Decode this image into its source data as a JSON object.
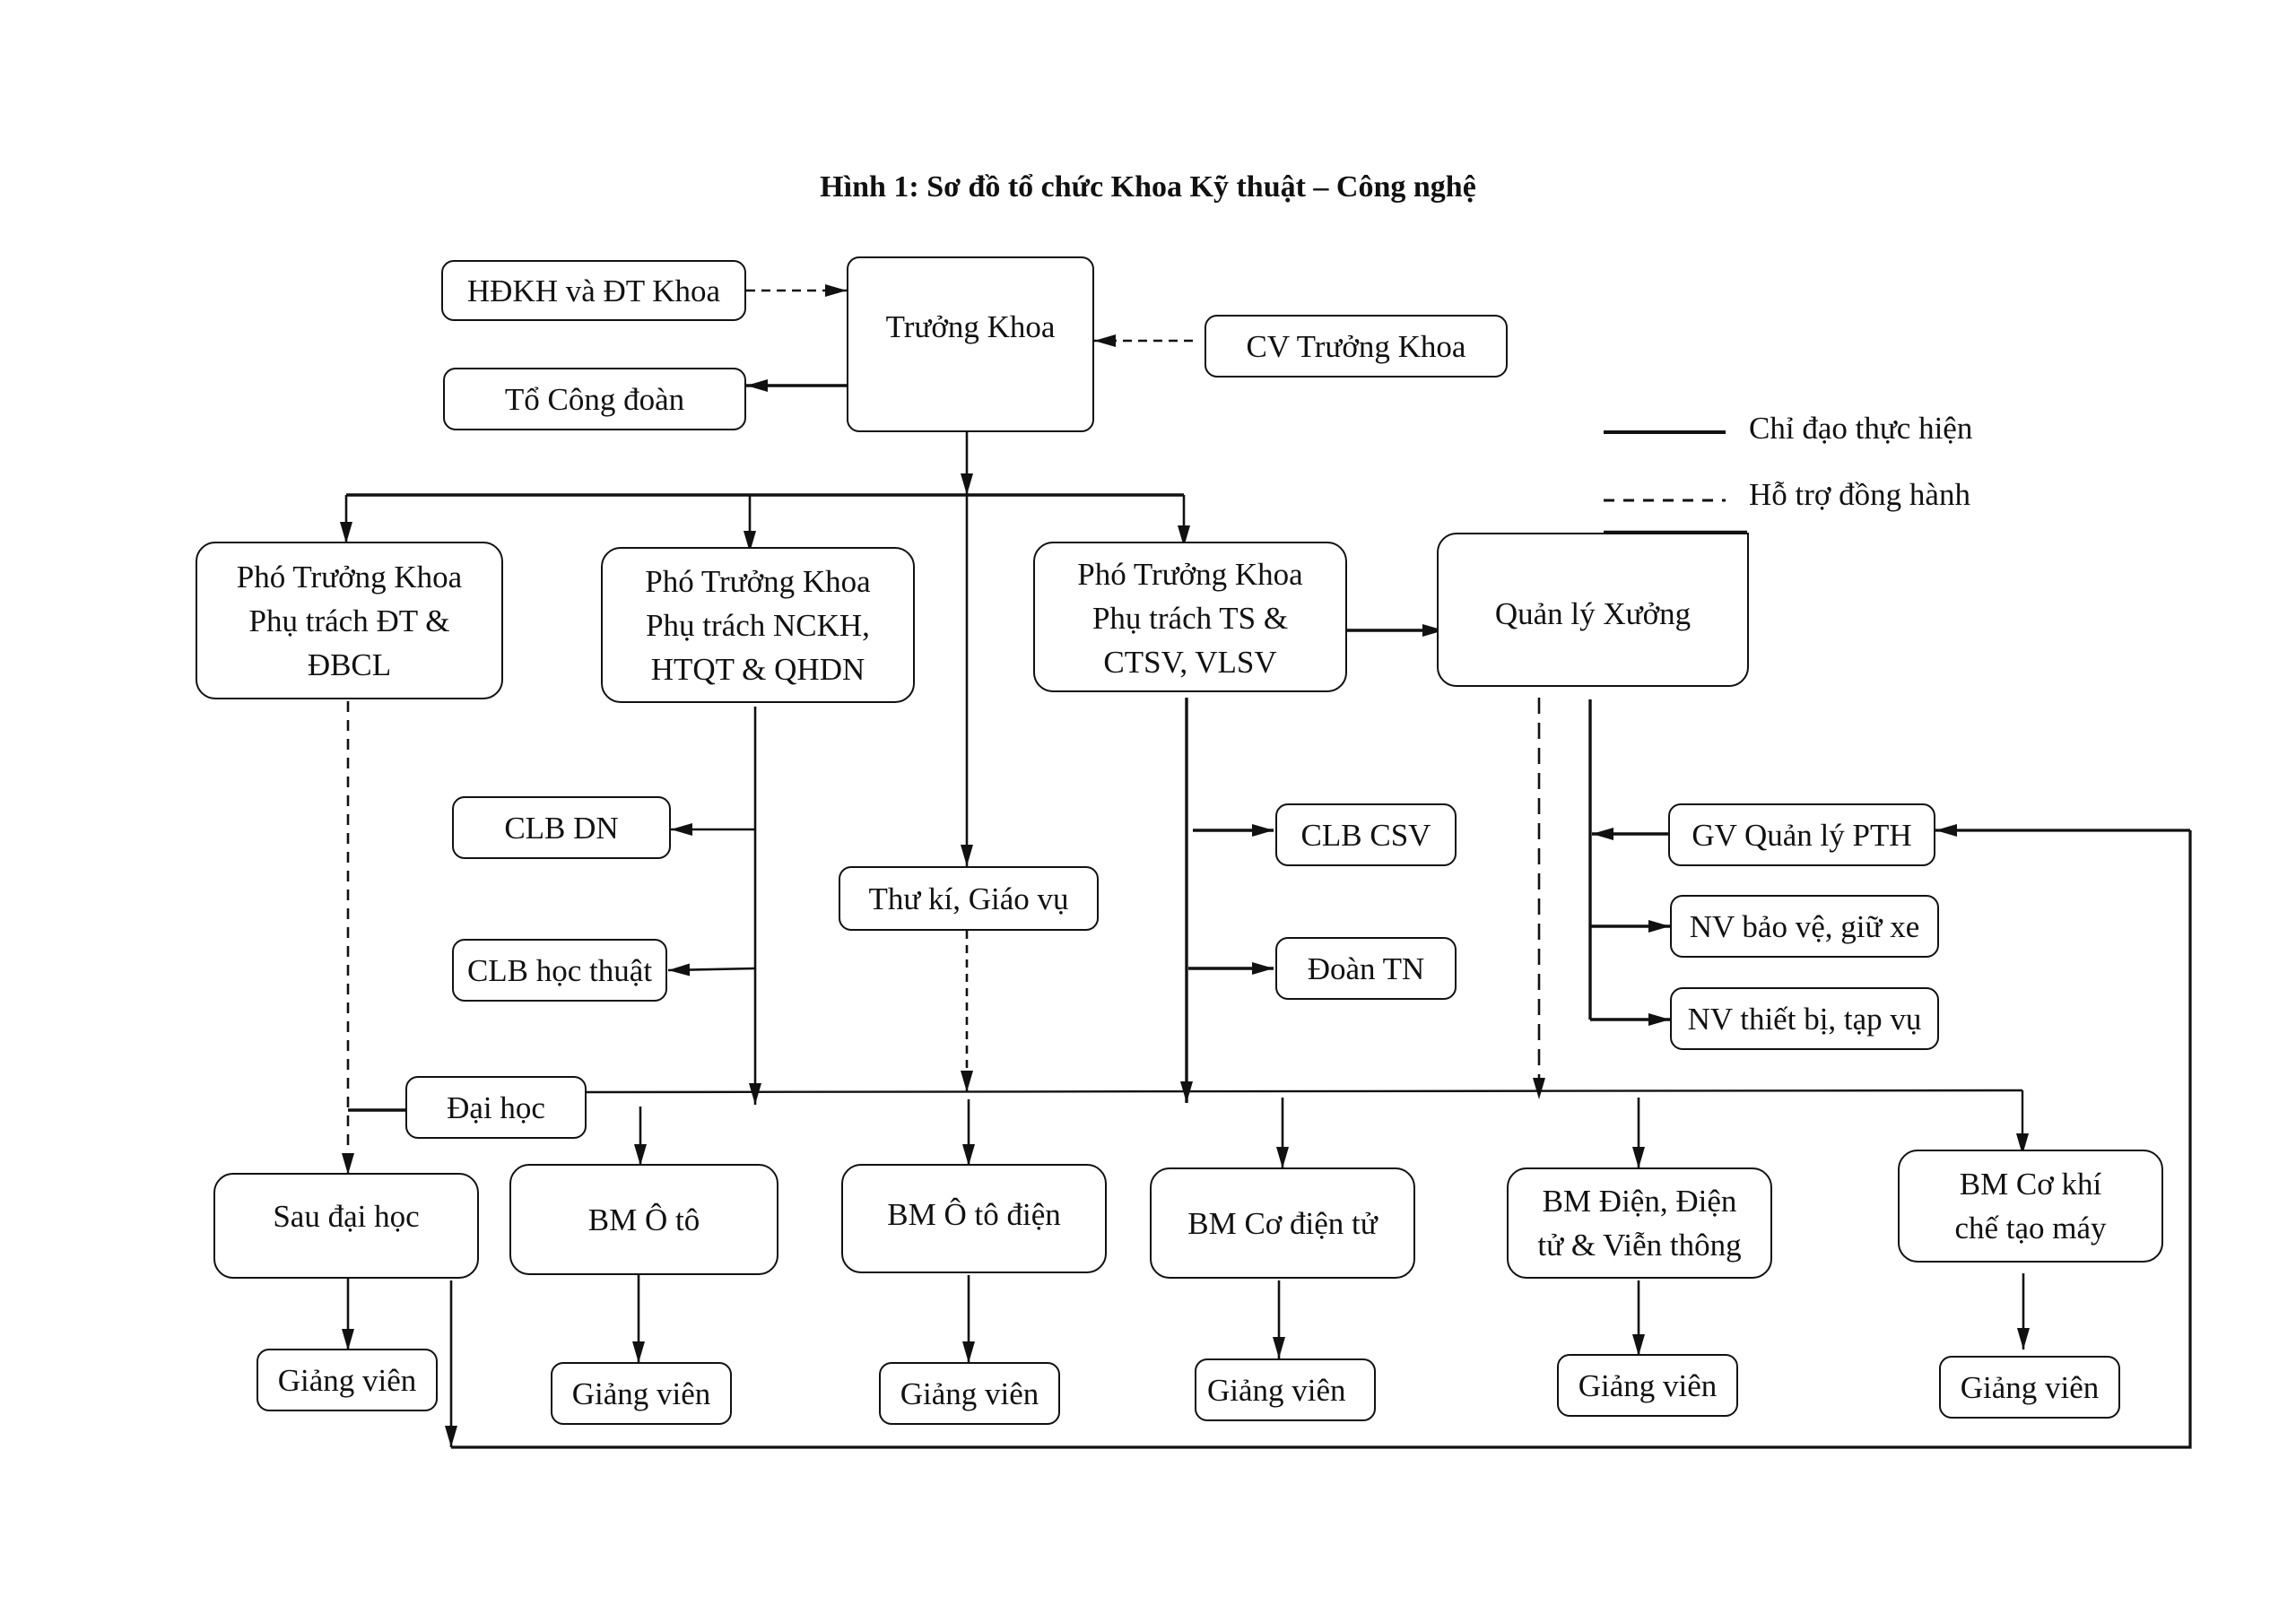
{
  "title": "Hình 1: Sơ đồ tổ chức Khoa Kỹ thuật – Công nghệ",
  "legend": [
    {
      "style": "solid",
      "label": "Chỉ đạo thực hiện"
    },
    {
      "style": "dashed",
      "label": "Hỗ trợ đồng hành"
    }
  ],
  "nodes": {
    "hdkh": "HĐKH và ĐT Khoa",
    "truong_khoa": "Trưởng Khoa",
    "cv_truong_khoa": "CV Trưởng Khoa",
    "to_cong_doan": "Tổ Công đoàn",
    "pho_dt": [
      "Phó Trưởng Khoa",
      "Phụ trách ĐT &",
      "ĐBCL"
    ],
    "pho_nckh": [
      "Phó Trưởng Khoa",
      "Phụ trách NCKH,",
      "HTQT & QHDN"
    ],
    "pho_ts": [
      "Phó Trưởng Khoa",
      "Phụ trách TS &",
      "CTSV, VLSV"
    ],
    "quan_ly_xuong": "Quản lý Xưởng",
    "clb_dn": "CLB DN",
    "clb_hoc_thuat": "CLB học thuật",
    "thu_ki": "Thư kí, Giáo vụ",
    "clb_csv": "CLB CSV",
    "doan_tn": "Đoàn TN",
    "gv_quan_ly_pth": "GV Quản lý PTH",
    "nv_bao_ve": "NV bảo vệ, giữ xe",
    "nv_thiet_bi": "NV thiết bị, tạp vụ",
    "dai_hoc": "Đại học",
    "sau_dai_hoc": "Sau đại học",
    "bm_o_to": "BM Ô tô",
    "bm_o_to_dien": "BM Ô tô điện",
    "bm_co_dien_tu": "BM Cơ điện tử",
    "bm_dien": [
      "BM Điện, Điện",
      "tử & Viễn thông"
    ],
    "bm_co_khi": [
      "BM Cơ khí",
      "chế tạo máy"
    ],
    "giang_vien": "Giảng viên"
  }
}
